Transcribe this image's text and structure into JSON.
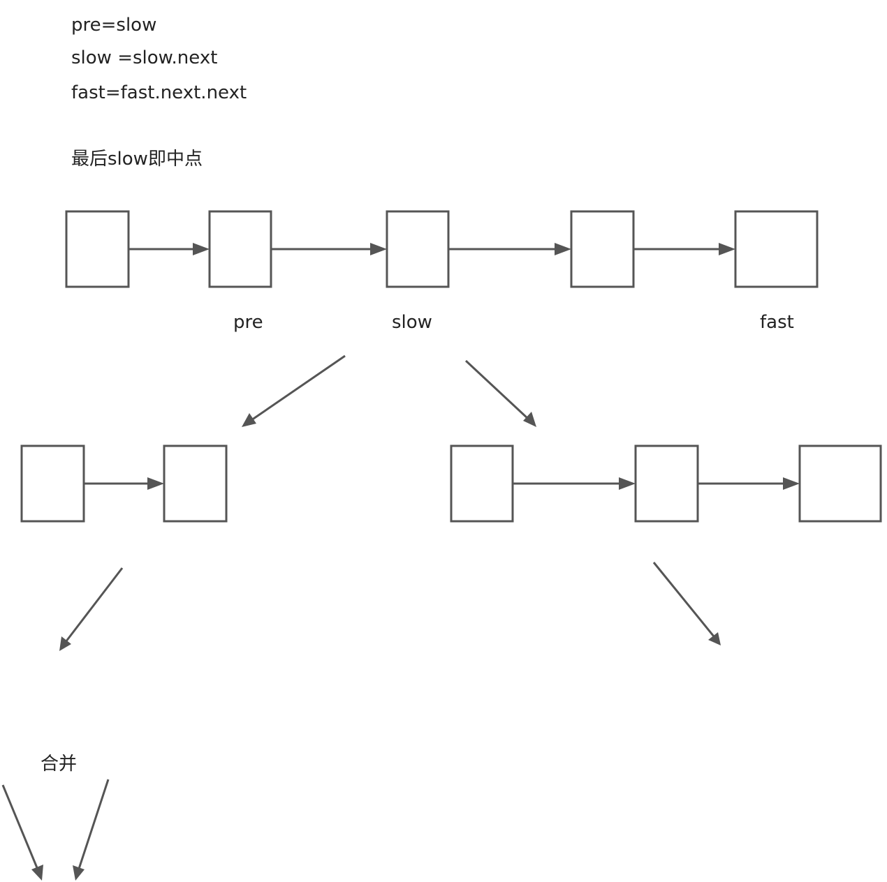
{
  "notes": {
    "line1": "pre=slow",
    "line2": "slow =slow.next",
    "line3": "fast=fast.next.next",
    "line4": "最后slow即中点"
  },
  "labels": {
    "pre": "pre",
    "slow": "slow",
    "fast": "fast",
    "merge": "合并"
  },
  "colors": {
    "stroke": "#555555",
    "text": "#222222",
    "background": "#ffffff"
  }
}
